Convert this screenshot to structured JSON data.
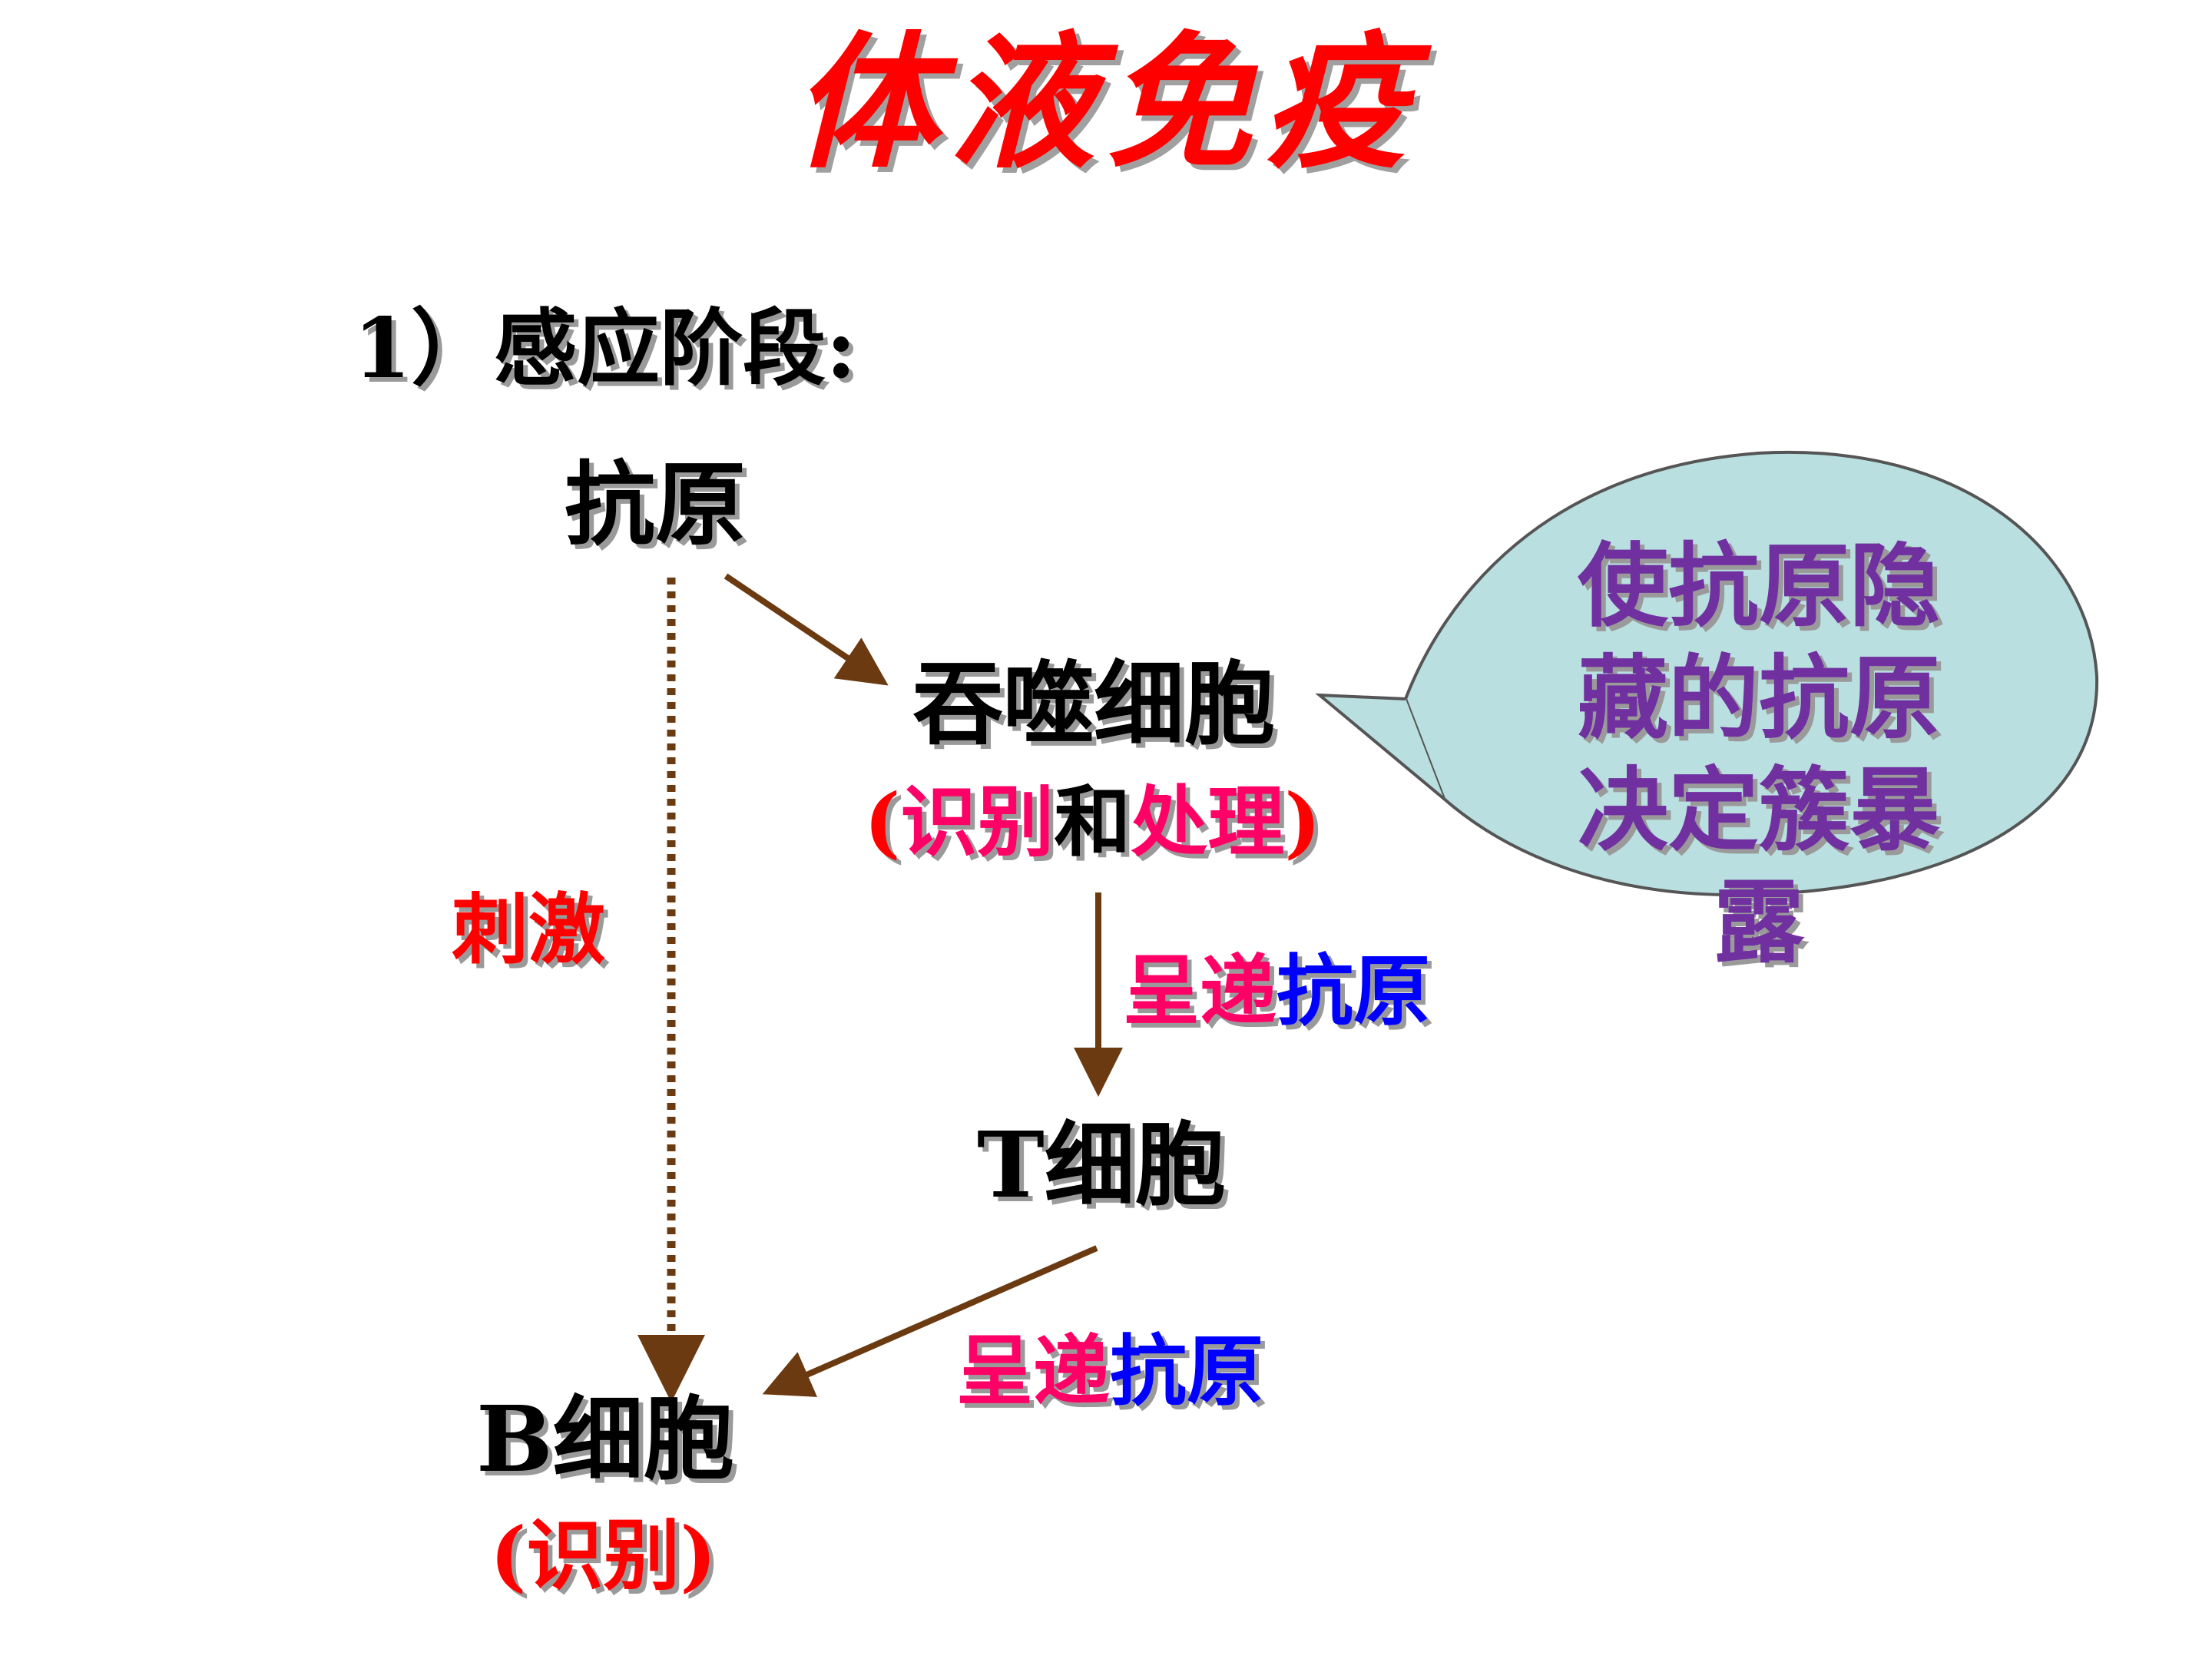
{
  "title": "体液免疫",
  "heading": "1）感应阶段:",
  "nodes": {
    "antigen": "抗原",
    "phagocyte": "吞噬细胞",
    "phagocyte_note": {
      "open": "(",
      "recognize": "识别",
      "and": "和",
      "process": "处理",
      "close": ")"
    },
    "t_cell": "T细胞",
    "b_cell": "B细胞",
    "b_cell_note": "(识别)"
  },
  "edge_labels": {
    "stimulate": "刺激",
    "present1": {
      "verb": "呈递",
      "object": "抗原"
    },
    "present2": {
      "verb": "呈递",
      "object": "抗原"
    }
  },
  "callout": "使抗原隐藏的抗原决定簇暴露",
  "colors": {
    "title": "#ff0000",
    "arrow": "#6b3a10",
    "bubble_fill": "#b9dfe0",
    "callout_text": "#7030a0",
    "pink": "#ff0066",
    "blue": "#0000ff",
    "red": "#ff0000"
  }
}
